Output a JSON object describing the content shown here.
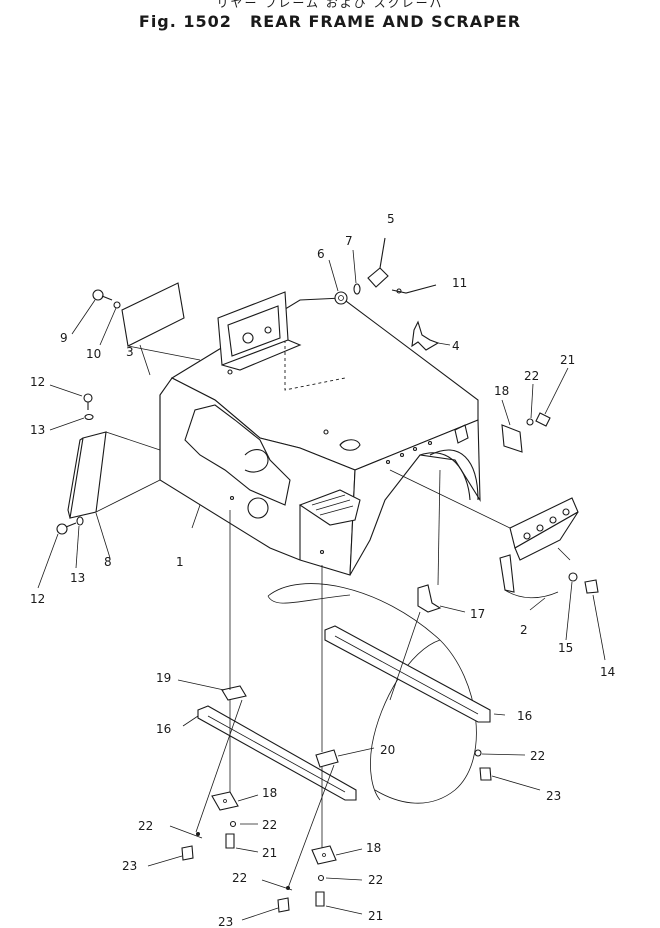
{
  "header": {
    "title_jp": "リヤー フレーム および スクレーパ",
    "fig_label": "Fig. 1502",
    "title_en": "REAR FRAME AND SCRAPER"
  },
  "callouts": [
    {
      "id": "c1",
      "label": "1"
    },
    {
      "id": "c2",
      "label": "2"
    },
    {
      "id": "c3",
      "label": "3"
    },
    {
      "id": "c4",
      "label": "4"
    },
    {
      "id": "c5",
      "label": "5"
    },
    {
      "id": "c6",
      "label": "6"
    },
    {
      "id": "c7",
      "label": "7"
    },
    {
      "id": "c8",
      "label": "8"
    },
    {
      "id": "c9",
      "label": "9"
    },
    {
      "id": "c10",
      "label": "10"
    },
    {
      "id": "c11",
      "label": "11"
    },
    {
      "id": "c12a",
      "label": "12"
    },
    {
      "id": "c12b",
      "label": "12"
    },
    {
      "id": "c13a",
      "label": "13"
    },
    {
      "id": "c13b",
      "label": "13"
    },
    {
      "id": "c14",
      "label": "14"
    },
    {
      "id": "c15",
      "label": "15"
    },
    {
      "id": "c16a",
      "label": "16"
    },
    {
      "id": "c16b",
      "label": "16"
    },
    {
      "id": "c17",
      "label": "17"
    },
    {
      "id": "c18a",
      "label": "18"
    },
    {
      "id": "c18b",
      "label": "18"
    },
    {
      "id": "c18c",
      "label": "18"
    },
    {
      "id": "c19",
      "label": "19"
    },
    {
      "id": "c20",
      "label": "20"
    },
    {
      "id": "c21a",
      "label": "21"
    },
    {
      "id": "c21b",
      "label": "21"
    },
    {
      "id": "c21c",
      "label": "21"
    },
    {
      "id": "c22a",
      "label": "22"
    },
    {
      "id": "c22b",
      "label": "22"
    },
    {
      "id": "c22c",
      "label": "22"
    },
    {
      "id": "c22d",
      "label": "22"
    },
    {
      "id": "c22e",
      "label": "22"
    },
    {
      "id": "c22f",
      "label": "22"
    },
    {
      "id": "c23a",
      "label": "23"
    },
    {
      "id": "c23b",
      "label": "23"
    },
    {
      "id": "c23c",
      "label": "23"
    }
  ]
}
